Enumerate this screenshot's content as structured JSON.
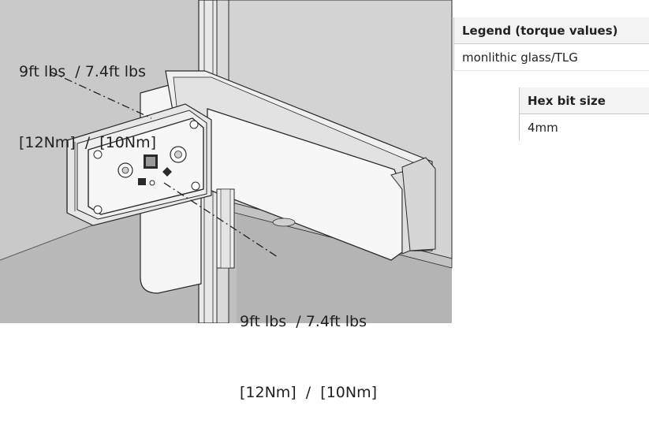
{
  "callouts": {
    "top": {
      "line1": "9ft lbs  / 7.4ft lbs",
      "line2": "[12Nm]  /  [10Nm]"
    },
    "bottom": {
      "line1": "9ft lbs  / 7.4ft lbs",
      "line2": "[12Nm]  /  [10Nm]"
    }
  },
  "legend": {
    "header": "Legend (torque values)",
    "rows": [
      "monlithic glass/TLG"
    ]
  },
  "hex": {
    "header": "Hex bit size",
    "value": "4mm"
  },
  "colors": {
    "wall": "#c4c4c4",
    "floor": "#b7b7b7",
    "outline": "#2a2a2a",
    "metal_light": "#f5f5f5",
    "metal_mid": "#dcdcdc"
  }
}
